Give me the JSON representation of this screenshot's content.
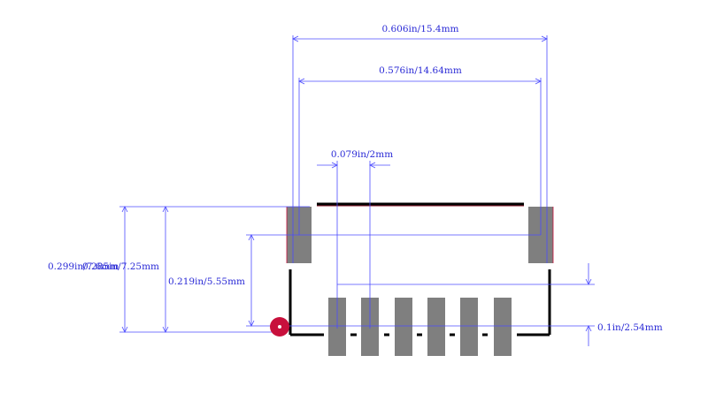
{
  "dimensions": {
    "overall_width": "0.606in/15.4mm",
    "inner_width": "0.576in/14.64mm",
    "pitch": "0.079in/2mm",
    "left_label_a": "0.299in/7.6mm",
    "left_label_b": "0.285in/7.25mm",
    "body_height": "0.219in/5.55mm",
    "pin_offset": "0.1in/2.54mm"
  },
  "colors": {
    "dimension_line": "#4b4bff",
    "pad": "#7f7f7f",
    "outline": "#000000",
    "outline_accent": "#8b1a2a",
    "pin1_marker": "#c8103c"
  },
  "footprint": {
    "pin_count": 6,
    "mount_pad_count": 2
  }
}
